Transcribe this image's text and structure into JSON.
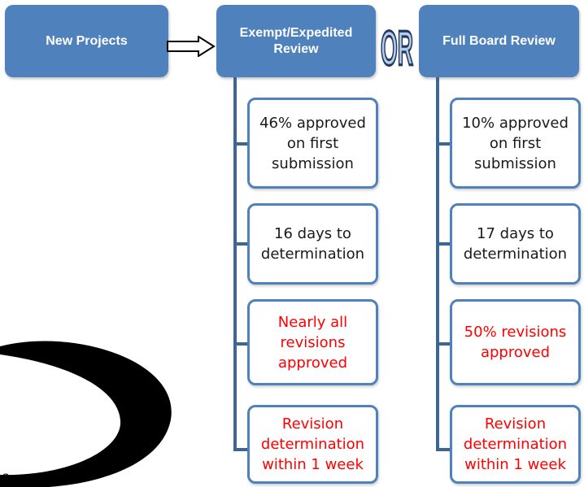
{
  "headers": {
    "new_projects": "New Projects",
    "exempt_expedited": "Exempt/Expedited\nReview",
    "or_label": "OR",
    "full_board": "Full Board Review"
  },
  "exempt_cards": [
    {
      "text": "46% approved\non first\nsubmission",
      "highlight": false
    },
    {
      "text": "16 days to\ndetermination",
      "highlight": false
    },
    {
      "text": "Nearly all\nrevisions\napproved",
      "highlight": true
    },
    {
      "text": "Revision\ndetermination\nwithin 1 week",
      "highlight": true
    }
  ],
  "full_board_cards": [
    {
      "text": "10% approved\non first\nsubmission",
      "highlight": false
    },
    {
      "text": "17 days to\ndetermination",
      "highlight": false
    },
    {
      "text": "50% revisions\napproved",
      "highlight": true
    },
    {
      "text": "Revision\ndetermination\nwithin 1 week",
      "highlight": true
    }
  ],
  "fragment_text": "s",
  "colors": {
    "header_fill": "#4f81bd",
    "card_border": "#4f81bd",
    "connector": "#3c6795",
    "highlight_text": "#ff0000",
    "or_fill": "#b8cce4",
    "or_stroke": "#1f3864"
  },
  "icons": {
    "arrow": "hollow-right-arrow-icon",
    "crescent": "black-crescent-shape"
  }
}
